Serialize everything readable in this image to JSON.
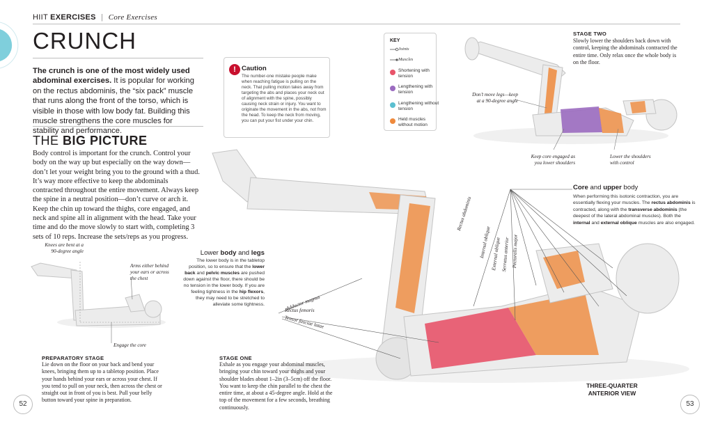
{
  "header": {
    "section": "HIIT",
    "section_bold": "EXERCISES",
    "subsection": "Core Exercises"
  },
  "title": "CRUNCH",
  "intro": {
    "lead": "The crunch is one of the most widely used abdominal exercises.",
    "rest": " It is popular for working on the rectus abdominis, the “six pack” muscle that runs along the front of the torso, which is visible in those with low body fat. Building this muscle strengthens the core muscles for stability and performance."
  },
  "big_picture": {
    "light": "THE ",
    "bold": "BIG PICTURE",
    "text": "Body control is important for the crunch. Control your body on the way up but especially on the way down—don’t let your weight bring you to the ground with a thud. It’s way more effective to keep the abdominals contracted throughout the entire movement. Always keep the spine in a neutral position—don’t curve or arch it. Keep the chin up toward the thighs, core engaged, and neck and spine all in alignment with the head. Take your time and do the move slowly to start with, completing 3 sets of 10 reps. Increase the sets/reps as you progress."
  },
  "caution": {
    "icon": "!",
    "title": "Caution",
    "text": "The number-one mistake people make when reaching fatigue is pulling on the neck. That pulling motion takes away from targeting the abs and places your neck out of alignment with the spine, possibly causing neck strain or injury. You want to originate the movement in the abs, not from the head. To keep the neck from moving, you can put your fist under your chin."
  },
  "key": {
    "title": "KEY",
    "joints": "Joints",
    "muscles": "Muscles",
    "items": [
      {
        "label": "Shortening with tension",
        "color": "#e8546a"
      },
      {
        "label": "Lengthening with tension",
        "color": "#9b6bc0"
      },
      {
        "label": "Lengthening without tension",
        "color": "#5bbfd0"
      },
      {
        "label": "Held muscles without motion",
        "color": "#ef8a3c"
      }
    ]
  },
  "stage_two": {
    "heading": "STAGE TWO",
    "text": "Slowly lower the shoulders back down with control, keeping the abdominals contracted the entire time. Only relax once the whole body is on the floor.",
    "label_legs": "Don’t move legs—keep at a 90-degree angle",
    "label_core": "Keep core engaged as you lower shoulders",
    "label_shoulders": "Lower the shoulders with control"
  },
  "core_upper": {
    "heading_light": "Core",
    "heading_mid": " and ",
    "heading_bold": "upper",
    "heading_end": " body",
    "text_1": "When performing this isotonic contraction, you are essentially flexing your muscles. The ",
    "text_b1": "rectus abdominis",
    "text_2": " is contracted, along with the ",
    "text_b2": "transverse abdominis",
    "text_3": " (the deepest of the lateral abdominal muscles). Both the ",
    "text_b3": "internal",
    "text_4": " and ",
    "text_b4": "external oblique",
    "text_5": " muscles are also engaged."
  },
  "lower_body": {
    "heading_light": "Lower ",
    "heading_bold": "body",
    "heading_mid": " and ",
    "heading_bold2": "legs",
    "text_1": "The lower body is in the tabletop position, so to ensure that the ",
    "text_b1": "lower back",
    "text_2": " and ",
    "text_b2": "pelvic muscles",
    "text_3": " are pushed down against the floor, there should be no tension in the lower body. If you are feeling tightness in the ",
    "text_b3": "hip flexors",
    "text_4": ", they may need to be stretched to alleviate some tightness."
  },
  "muscle_labels": {
    "rectus_abdominis": "Rectus abdominis",
    "internal_oblique": "Internal oblique",
    "external_oblique": "External oblique",
    "serratus_anterior": "Serratus anterior",
    "pectoralis_major": "Pectoralis major",
    "adductor_magnus": "Adductor magnus",
    "rectus_femoris": "Rectus femoris",
    "tensor_fasciae_latae": "Tensor fasciae latae"
  },
  "prep": {
    "label_knees": "Knees are bent at a 90-degree angle",
    "label_arms": "Arms either behind your ears or across the chest",
    "label_core": "Engage the core",
    "heading": "PREPARATORY STAGE",
    "text": "Lie down on the floor on your back and bend your knees, bringing them up to a tabletop position. Place your hands behind your ears or across your chest. If you tend to pull on your neck, then across the chest or straight out in front of you is best. Pull your belly button toward your spine in preparation."
  },
  "stage_one": {
    "heading": "STAGE ONE",
    "text": "Exhale as you engage your abdominal muscles, bringing your chin toward your thighs and your shoulder blades about 1–2in (3–5cm) off the floor. You want to keep the chin parallel to the chest the entire time, at about a 45-degree angle. Hold at the top of the movement for a few seconds, breathing continuously."
  },
  "view": {
    "line1": "THREE-QUARTER",
    "line2": "ANTERIOR VIEW"
  },
  "pages": {
    "left": "52",
    "right": "53"
  },
  "colors": {
    "accent_teal": "#7fcfdc",
    "muscle_red": "#e8546a",
    "muscle_purple": "#9b6bc0",
    "muscle_orange": "#ef8a3c",
    "caution_red": "#c8102e"
  }
}
